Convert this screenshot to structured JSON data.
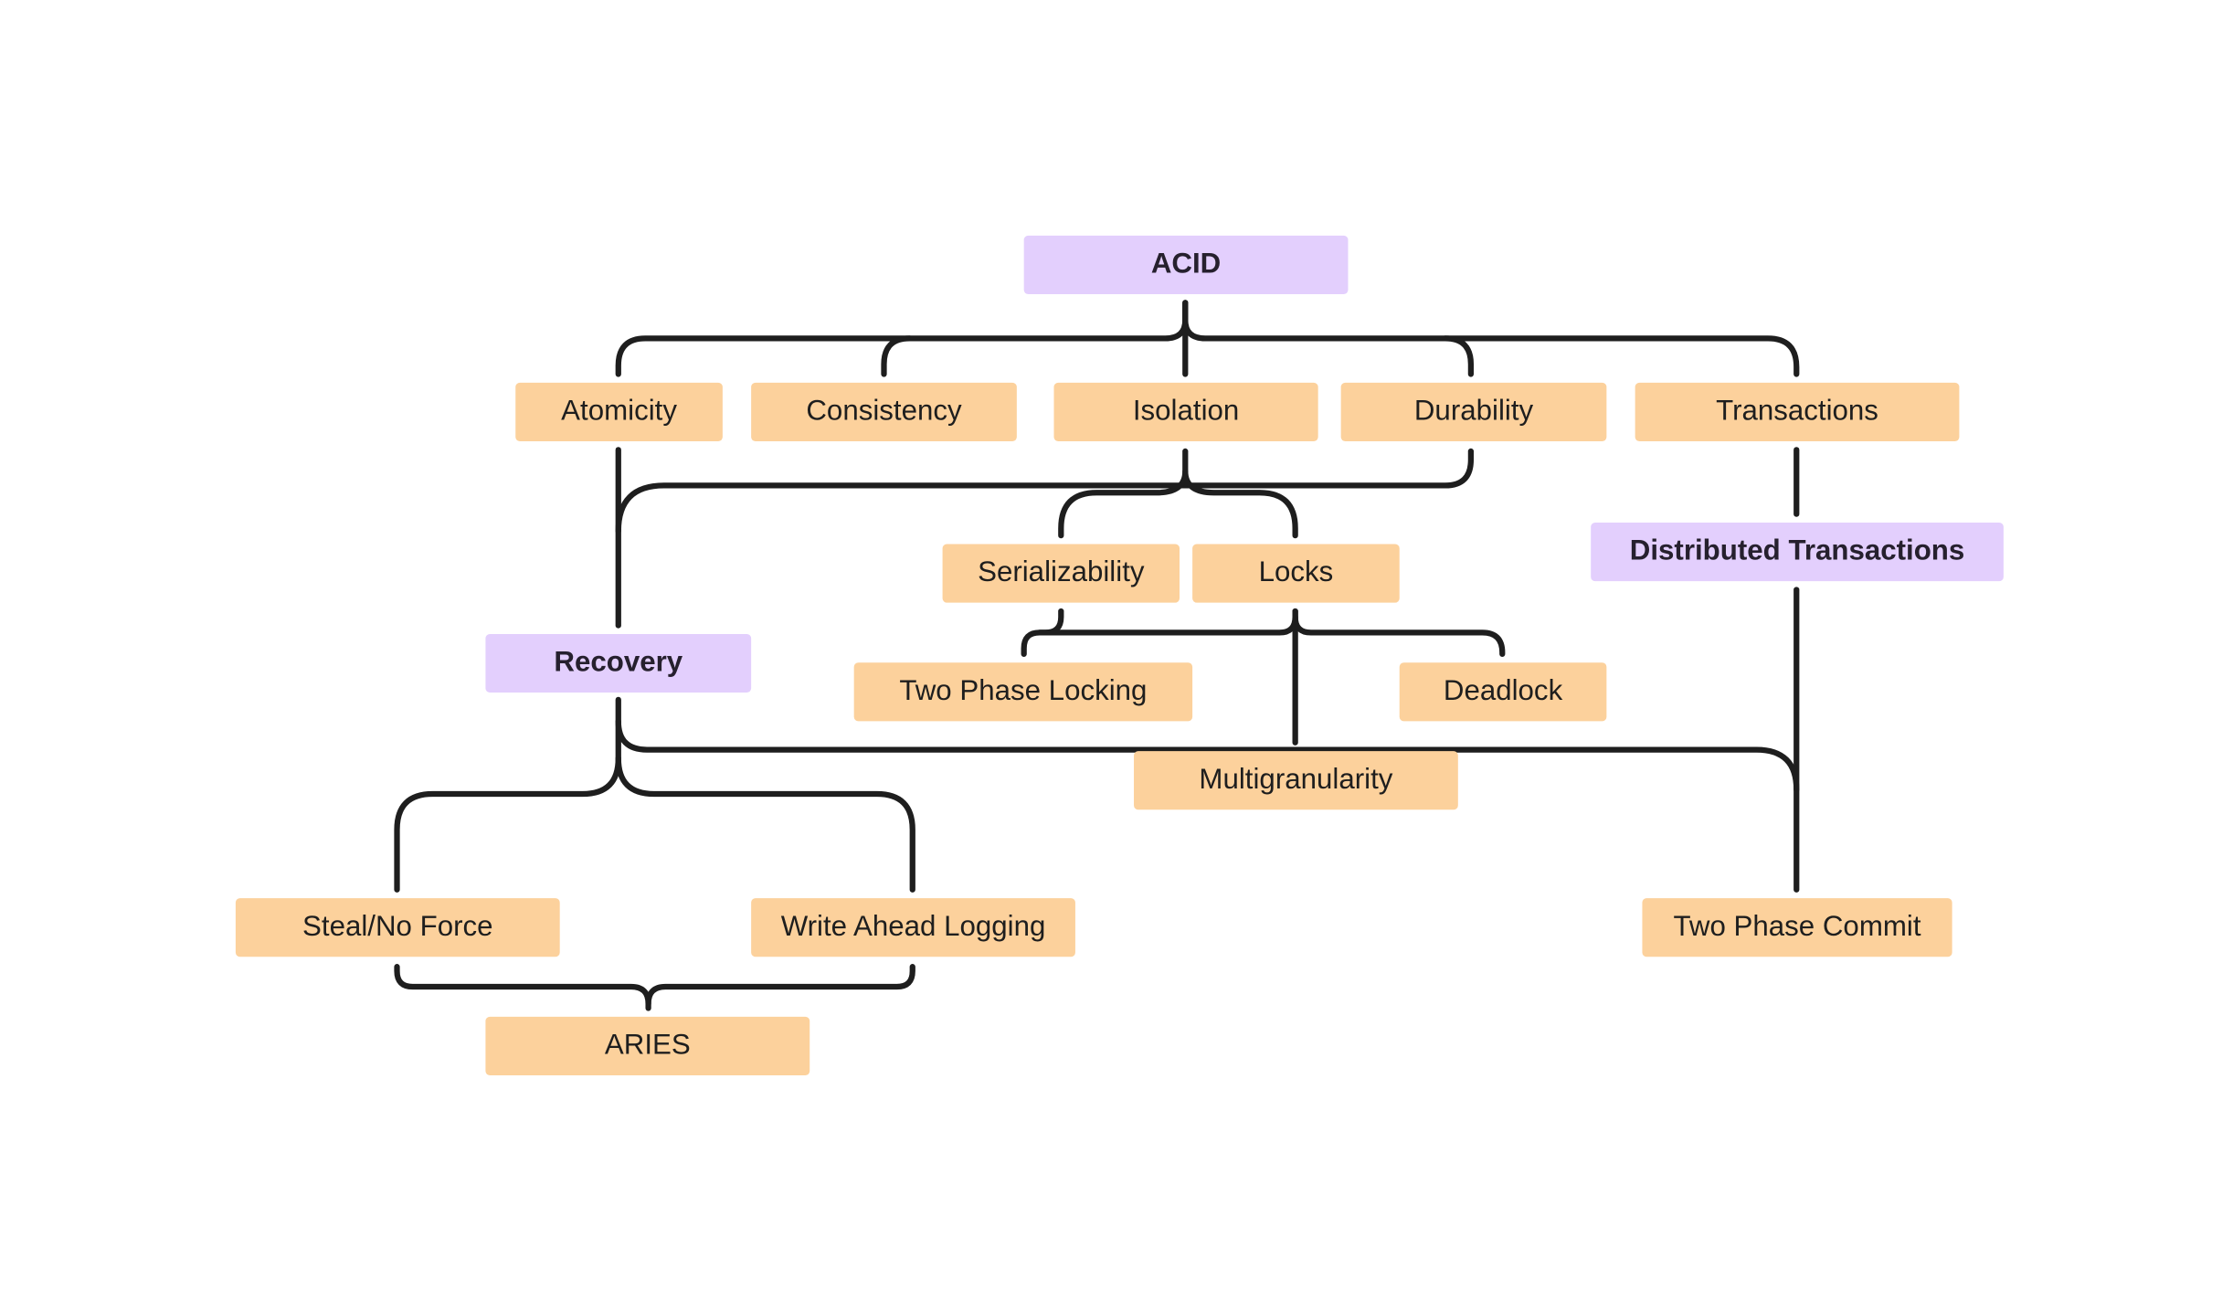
{
  "colors": {
    "topic_fill": "#fcd19c",
    "heading_fill": "#e3cffd",
    "connector": "#1e1e1e"
  },
  "nodes": {
    "acid": {
      "label": "ACID",
      "kind": "heading"
    },
    "atomicity": {
      "label": "Atomicity",
      "kind": "topic"
    },
    "consistency": {
      "label": "Consistency",
      "kind": "topic"
    },
    "isolation": {
      "label": "Isolation",
      "kind": "topic"
    },
    "durability": {
      "label": "Durability",
      "kind": "topic"
    },
    "transactions": {
      "label": "Transactions",
      "kind": "topic"
    },
    "distributed_transactions": {
      "label": "Distributed Transactions",
      "kind": "heading"
    },
    "serializability": {
      "label": "Serializability",
      "kind": "topic"
    },
    "locks": {
      "label": "Locks",
      "kind": "topic"
    },
    "recovery": {
      "label": "Recovery",
      "kind": "heading"
    },
    "two_phase_locking": {
      "label": "Two Phase Locking",
      "kind": "topic"
    },
    "deadlock": {
      "label": "Deadlock",
      "kind": "topic"
    },
    "multigranularity": {
      "label": "Multigranularity",
      "kind": "topic"
    },
    "steal_no_force": {
      "label": "Steal/No Force",
      "kind": "topic"
    },
    "write_ahead_logging": {
      "label": "Write Ahead Logging",
      "kind": "topic"
    },
    "two_phase_commit": {
      "label": "Two Phase Commit",
      "kind": "topic"
    },
    "aries": {
      "label": "ARIES",
      "kind": "topic"
    }
  },
  "edges": [
    {
      "from": "acid",
      "to": "atomicity"
    },
    {
      "from": "acid",
      "to": "consistency"
    },
    {
      "from": "acid",
      "to": "isolation"
    },
    {
      "from": "acid",
      "to": "durability"
    },
    {
      "from": "acid",
      "to": "transactions"
    },
    {
      "from": "atomicity",
      "to": "recovery"
    },
    {
      "from": "durability",
      "to": "recovery"
    },
    {
      "from": "isolation",
      "to": "serializability"
    },
    {
      "from": "isolation",
      "to": "locks"
    },
    {
      "from": "serializability",
      "to": "two_phase_locking"
    },
    {
      "from": "locks",
      "to": "two_phase_locking"
    },
    {
      "from": "locks",
      "to": "deadlock"
    },
    {
      "from": "locks",
      "to": "multigranularity"
    },
    {
      "from": "transactions",
      "to": "distributed_transactions"
    },
    {
      "from": "distributed_transactions",
      "to": "two_phase_commit"
    },
    {
      "from": "recovery",
      "to": "two_phase_commit"
    },
    {
      "from": "recovery",
      "to": "steal_no_force"
    },
    {
      "from": "recovery",
      "to": "write_ahead_logging"
    },
    {
      "from": "steal_no_force",
      "to": "aries"
    },
    {
      "from": "write_ahead_logging",
      "to": "aries"
    }
  ]
}
